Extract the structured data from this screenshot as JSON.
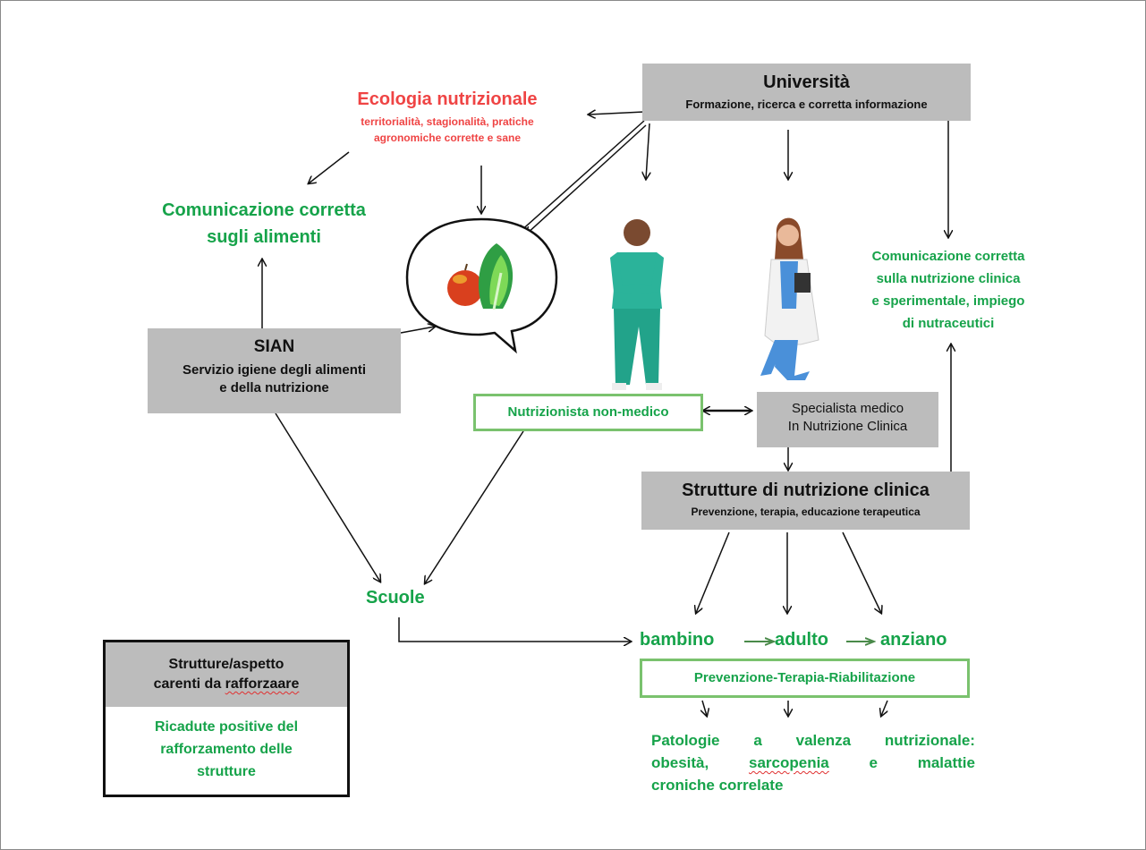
{
  "universita": {
    "title": "Università",
    "subtitle": "Formazione, ricerca e corretta informazione"
  },
  "ecologia": {
    "title": "Ecologia nutrizionale",
    "line1": "territorialità, stagionalità, pratiche",
    "line2": "agronomiche corrette e sane"
  },
  "comunicazione_alimenti": {
    "line1": "Comunicazione corretta",
    "line2": "sugli alimenti"
  },
  "sian": {
    "title": "SIAN",
    "line1": "Servizio igiene degli alimenti",
    "line2": "e della nutrizione"
  },
  "comunicazione_clinica": {
    "line1": "Comunicazione corretta",
    "line2": "sulla nutrizione clinica",
    "line3": "e sperimentale, impiego",
    "line4": "di nutraceutici"
  },
  "nutrizionista": {
    "label": "Nutrizionista non-medico"
  },
  "specialista": {
    "line1": "Specialista medico",
    "line2": "In Nutrizione Clinica"
  },
  "strutture": {
    "title": "Strutture di nutrizione clinica",
    "subtitle": "Prevenzione, terapia, educazione terapeutica"
  },
  "scuole": {
    "label": "Scuole"
  },
  "life": {
    "bambino": "bambino",
    "adulto": "adulto",
    "anziano": "anziano"
  },
  "ptr": {
    "label": "Prevenzione-Terapia-Riabilitazione"
  },
  "patologie": {
    "row1": [
      "Patologie",
      "a",
      "valenza",
      "nutrizionale:"
    ],
    "row2": [
      "obesità,",
      "sarcopenia",
      "e",
      "malattie"
    ],
    "row3": "croniche correlate"
  },
  "legend": {
    "top_line1": "Strutture/aspetto",
    "top_line2_a": "carenti da ",
    "top_line2_b": "rafforzaare",
    "bottom_line1": "Ricadute positive del",
    "bottom_line2": "rafforzamento delle",
    "bottom_line3": "strutture"
  },
  "colors": {
    "green": "#16a34a",
    "red": "#ef4444",
    "gray_box": "#bcbcbc"
  }
}
